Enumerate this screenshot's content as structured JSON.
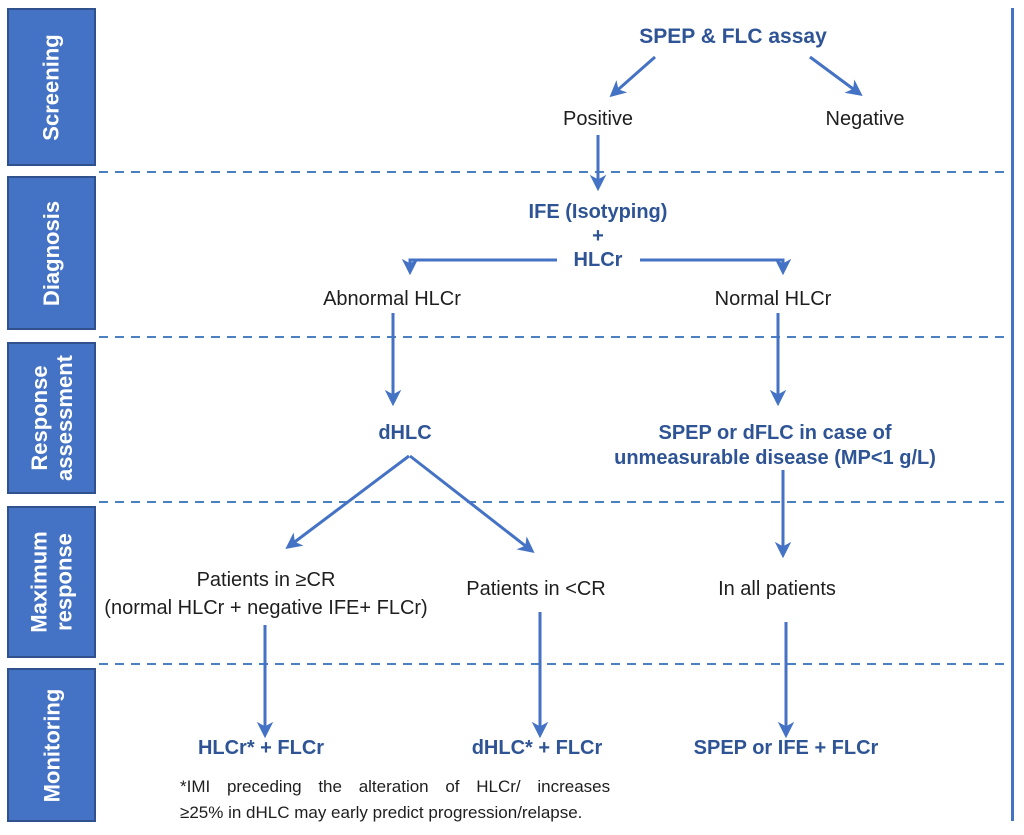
{
  "colors": {
    "sidebar_fill": "#4472C4",
    "sidebar_border": "#2F528F",
    "arrow_blue": "#4472C4",
    "heading_blue": "#2E5496",
    "body_black": "#1E1E1E",
    "dashed_divider_blue": "#4A7FC1"
  },
  "sidebar": {
    "sections": [
      {
        "label": "Screening"
      },
      {
        "label": "Diagnosis"
      },
      {
        "label": "Response\nassessment"
      },
      {
        "label": "Maximum\nresponse"
      },
      {
        "label": "Monitoring"
      }
    ]
  },
  "screening": {
    "title": "SPEP & FLC assay",
    "positive_label": "Positive",
    "negative_label": "Negative"
  },
  "diagnosis": {
    "test_line1": "IFE (Isotyping)",
    "plus": "+",
    "test_line2": "HLCr",
    "abnormal_label": "Abnormal HLCr",
    "normal_label": "Normal HLCr"
  },
  "response_assessment": {
    "left_test": "dHLC",
    "right_test_line1": "SPEP or dFLC in case of",
    "right_test_line2": "unmeasurable disease (MP<1 g/L)"
  },
  "maximum_response": {
    "left_line1": "Patients in ≥CR",
    "left_line2": "(normal HLCr + negative IFE+ FLCr)",
    "mid_label": "Patients in <CR",
    "right_label": "In all patients"
  },
  "monitoring": {
    "left_test": "HLCr* + FLCr",
    "mid_test": "dHLC* + FLCr",
    "right_test": "SPEP or IFE + FLCr",
    "footnote_line1": "*IMI preceding the alteration of HLCr/ increases",
    "footnote_line2": "≥25% in dHLC may early predict progression/relapse."
  }
}
